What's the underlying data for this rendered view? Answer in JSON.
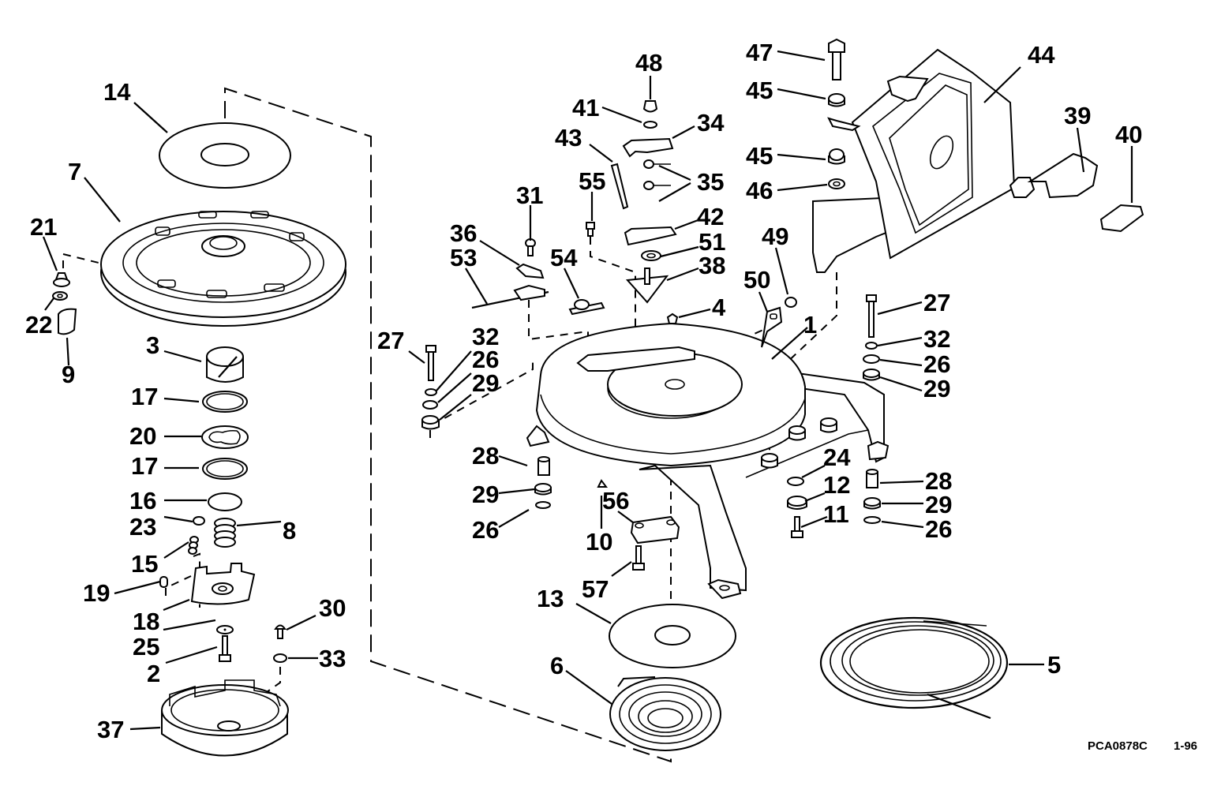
{
  "diagram": {
    "type": "exploded-parts-view",
    "subject": "Rewind starter assembly",
    "drawing_code": "PCA0878C",
    "drawing_date": "1-96",
    "callouts": [
      {
        "id": "c14",
        "label": "14",
        "part": "upper friction plate / washer"
      },
      {
        "id": "c7",
        "label": "7",
        "part": "pulley"
      },
      {
        "id": "c21",
        "label": "21",
        "part": "nut"
      },
      {
        "id": "c22",
        "label": "22",
        "part": "washer"
      },
      {
        "id": "c9",
        "label": "9",
        "part": "tab / clip"
      },
      {
        "id": "c3",
        "label": "3",
        "part": "bushing"
      },
      {
        "id": "c17a",
        "label": "17",
        "part": "washer"
      },
      {
        "id": "c20",
        "label": "20",
        "part": "wave washer"
      },
      {
        "id": "c17b",
        "label": "17",
        "part": "washer"
      },
      {
        "id": "c16",
        "label": "16",
        "part": "retaining ring"
      },
      {
        "id": "c23",
        "label": "23",
        "part": "cap"
      },
      {
        "id": "c8",
        "label": "8",
        "part": "spring"
      },
      {
        "id": "c15",
        "label": "15",
        "part": "small spring"
      },
      {
        "id": "c19",
        "label": "19",
        "part": "pin"
      },
      {
        "id": "c18",
        "label": "18",
        "part": "pawl plate"
      },
      {
        "id": "c30",
        "label": "30",
        "part": "screw"
      },
      {
        "id": "c25",
        "label": "25",
        "part": "washer"
      },
      {
        "id": "c33",
        "label": "33",
        "part": "nut"
      },
      {
        "id": "c2",
        "label": "2",
        "part": "screw"
      },
      {
        "id": "c37",
        "label": "37",
        "part": "cup / retainer"
      },
      {
        "id": "c48",
        "label": "48",
        "part": "nut"
      },
      {
        "id": "c41",
        "label": "41",
        "part": "washer"
      },
      {
        "id": "c34",
        "label": "34",
        "part": "lever"
      },
      {
        "id": "c43",
        "label": "43",
        "part": "pin"
      },
      {
        "id": "c35",
        "label": "35",
        "part": "springs"
      },
      {
        "id": "c55",
        "label": "55",
        "part": "screw"
      },
      {
        "id": "c31",
        "label": "31",
        "part": "screw"
      },
      {
        "id": "c42",
        "label": "42",
        "part": "lever"
      },
      {
        "id": "c36",
        "label": "36",
        "part": "clip"
      },
      {
        "id": "c51",
        "label": "51",
        "part": "washer"
      },
      {
        "id": "c53",
        "label": "53",
        "part": "link"
      },
      {
        "id": "c54",
        "label": "54",
        "part": "plunger"
      },
      {
        "id": "c38",
        "label": "38",
        "part": "bracket"
      },
      {
        "id": "c4",
        "label": "4",
        "part": "nut"
      },
      {
        "id": "c47",
        "label": "47",
        "part": "bolt"
      },
      {
        "id": "c45a",
        "label": "45",
        "part": "grommet"
      },
      {
        "id": "c45b",
        "label": "45",
        "part": "grommet"
      },
      {
        "id": "c46",
        "label": "46",
        "part": "bushing"
      },
      {
        "id": "c44",
        "label": "44",
        "part": "handle housing"
      },
      {
        "id": "c39",
        "label": "39",
        "part": "handle"
      },
      {
        "id": "c40",
        "label": "40",
        "part": "insert"
      },
      {
        "id": "c49",
        "label": "49",
        "part": "screw"
      },
      {
        "id": "c50",
        "label": "50",
        "part": "clamp"
      },
      {
        "id": "c1",
        "label": "1",
        "part": "starter housing"
      },
      {
        "id": "c27a",
        "label": "27",
        "part": "screw"
      },
      {
        "id": "c32a",
        "label": "32",
        "part": "lockwasher"
      },
      {
        "id": "c26a",
        "label": "26",
        "part": "washer"
      },
      {
        "id": "c29a",
        "label": "29",
        "part": "grommet"
      },
      {
        "id": "c27b",
        "label": "27",
        "part": "screw"
      },
      {
        "id": "c32b",
        "label": "32",
        "part": "lockwasher"
      },
      {
        "id": "c26b",
        "label": "26",
        "part": "washer"
      },
      {
        "id": "c29b",
        "label": "29",
        "part": "grommet"
      },
      {
        "id": "c28a",
        "label": "28",
        "part": "sleeve"
      },
      {
        "id": "c29c",
        "label": "29",
        "part": "grommet"
      },
      {
        "id": "c26c",
        "label": "26",
        "part": "washer"
      },
      {
        "id": "c10",
        "label": "10",
        "part": "nut"
      },
      {
        "id": "c56",
        "label": "56",
        "part": "rope guide"
      },
      {
        "id": "c57",
        "label": "57",
        "part": "screw"
      },
      {
        "id": "c24",
        "label": "24",
        "part": "washer"
      },
      {
        "id": "c12",
        "label": "12",
        "part": "grommet"
      },
      {
        "id": "c11",
        "label": "11",
        "part": "screw"
      },
      {
        "id": "c28b",
        "label": "28",
        "part": "sleeve"
      },
      {
        "id": "c29d",
        "label": "29",
        "part": "grommet"
      },
      {
        "id": "c26d",
        "label": "26",
        "part": "washer"
      },
      {
        "id": "c13",
        "label": "13",
        "part": "lower plate"
      },
      {
        "id": "c6",
        "label": "6",
        "part": "rewind spring"
      },
      {
        "id": "c5",
        "label": "5",
        "part": "starter rope"
      }
    ]
  }
}
